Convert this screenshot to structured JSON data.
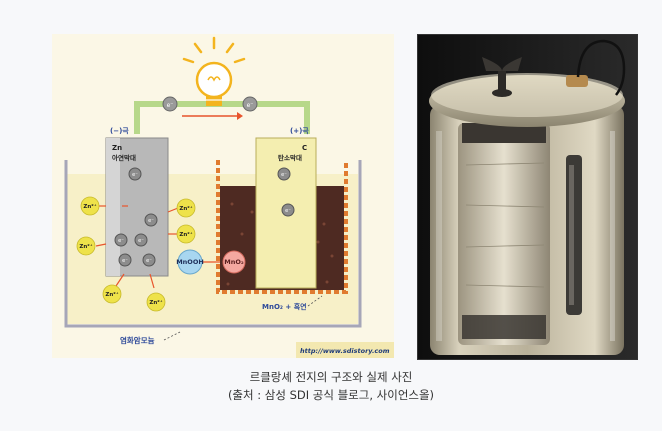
{
  "diagram": {
    "anode": {
      "polarity": "(−)극",
      "element": "Zn",
      "name": "아연막대"
    },
    "cathode": {
      "polarity": "(+)극",
      "element": "C",
      "name": "탄소막대"
    },
    "electron": "e⁻",
    "zinc_ion": "Zn²⁺",
    "mno2": "MnO₂",
    "mnooh": "MnOOH",
    "mixture_label": "MnO₂ + 흑연",
    "electrolyte_label": "염화암모늄",
    "watermark": "http://www.sdistory.com"
  },
  "caption": {
    "line1": "르클랑셰 전지의 구조와 실제 사진",
    "line2": "(출처 : 삼성 SDI 공식 블로그, 사이언스올)"
  },
  "colors": {
    "wire": "#b7d88a",
    "anode_metal": "#b8b8b8",
    "cathode_rod": "#f4eeb0",
    "ion": "#eee24a",
    "arrow": "#e8542c",
    "label_blue": "#2e4a9a",
    "mixture": "#4e2a22",
    "frame": "#e07b2f"
  }
}
